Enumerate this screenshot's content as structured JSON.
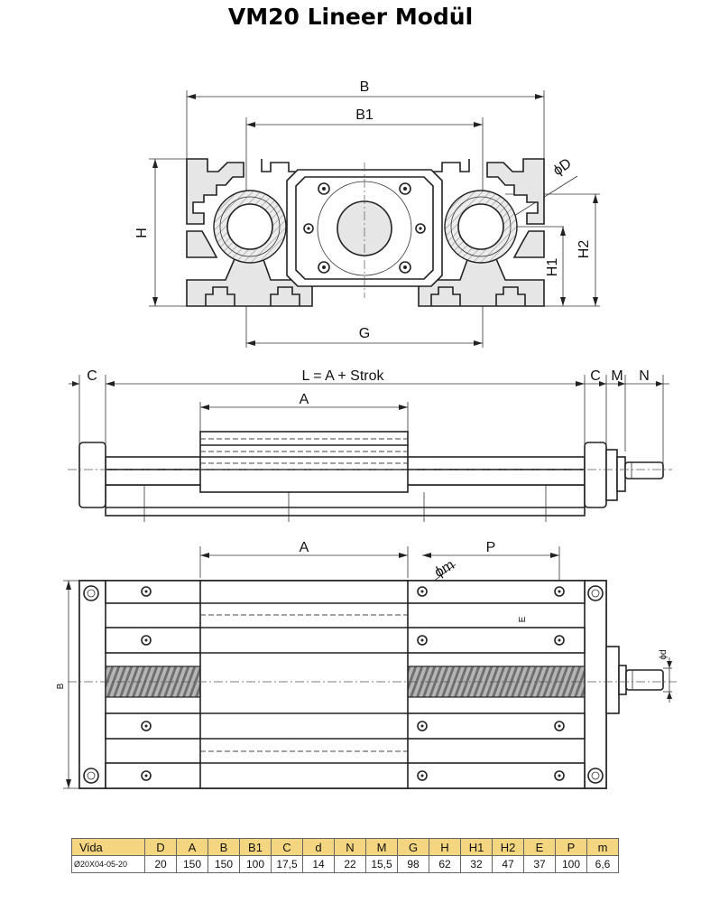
{
  "title": "VM20 Lineer Modül",
  "section_view": {
    "labels": {
      "B": "B",
      "B1": "B1",
      "H": "H",
      "H1": "H1",
      "H2": "H2",
      "G": "G",
      "phiD": "ϕD"
    }
  },
  "side_view": {
    "labels": {
      "C_left": "C",
      "L": "L = A + Strok",
      "C_right": "C",
      "M": "M",
      "N": "N",
      "A": "A"
    }
  },
  "top_view": {
    "labels": {
      "A": "A",
      "P": "P",
      "phim": "ϕm",
      "E": "E",
      "B": "B",
      "phid": "ϕd"
    }
  },
  "spec_table": {
    "headers": [
      "Vida",
      "D",
      "A",
      "B",
      "B1",
      "C",
      "d",
      "N",
      "M",
      "G",
      "H",
      "H1",
      "H2",
      "E",
      "P",
      "m"
    ],
    "rows": [
      [
        "Ø20X04-05-20",
        "20",
        "150",
        "150",
        "100",
        "17,5",
        "14",
        "22",
        "15,5",
        "98",
        "62",
        "32",
        "47",
        "37",
        "100",
        "6,6"
      ]
    ]
  }
}
